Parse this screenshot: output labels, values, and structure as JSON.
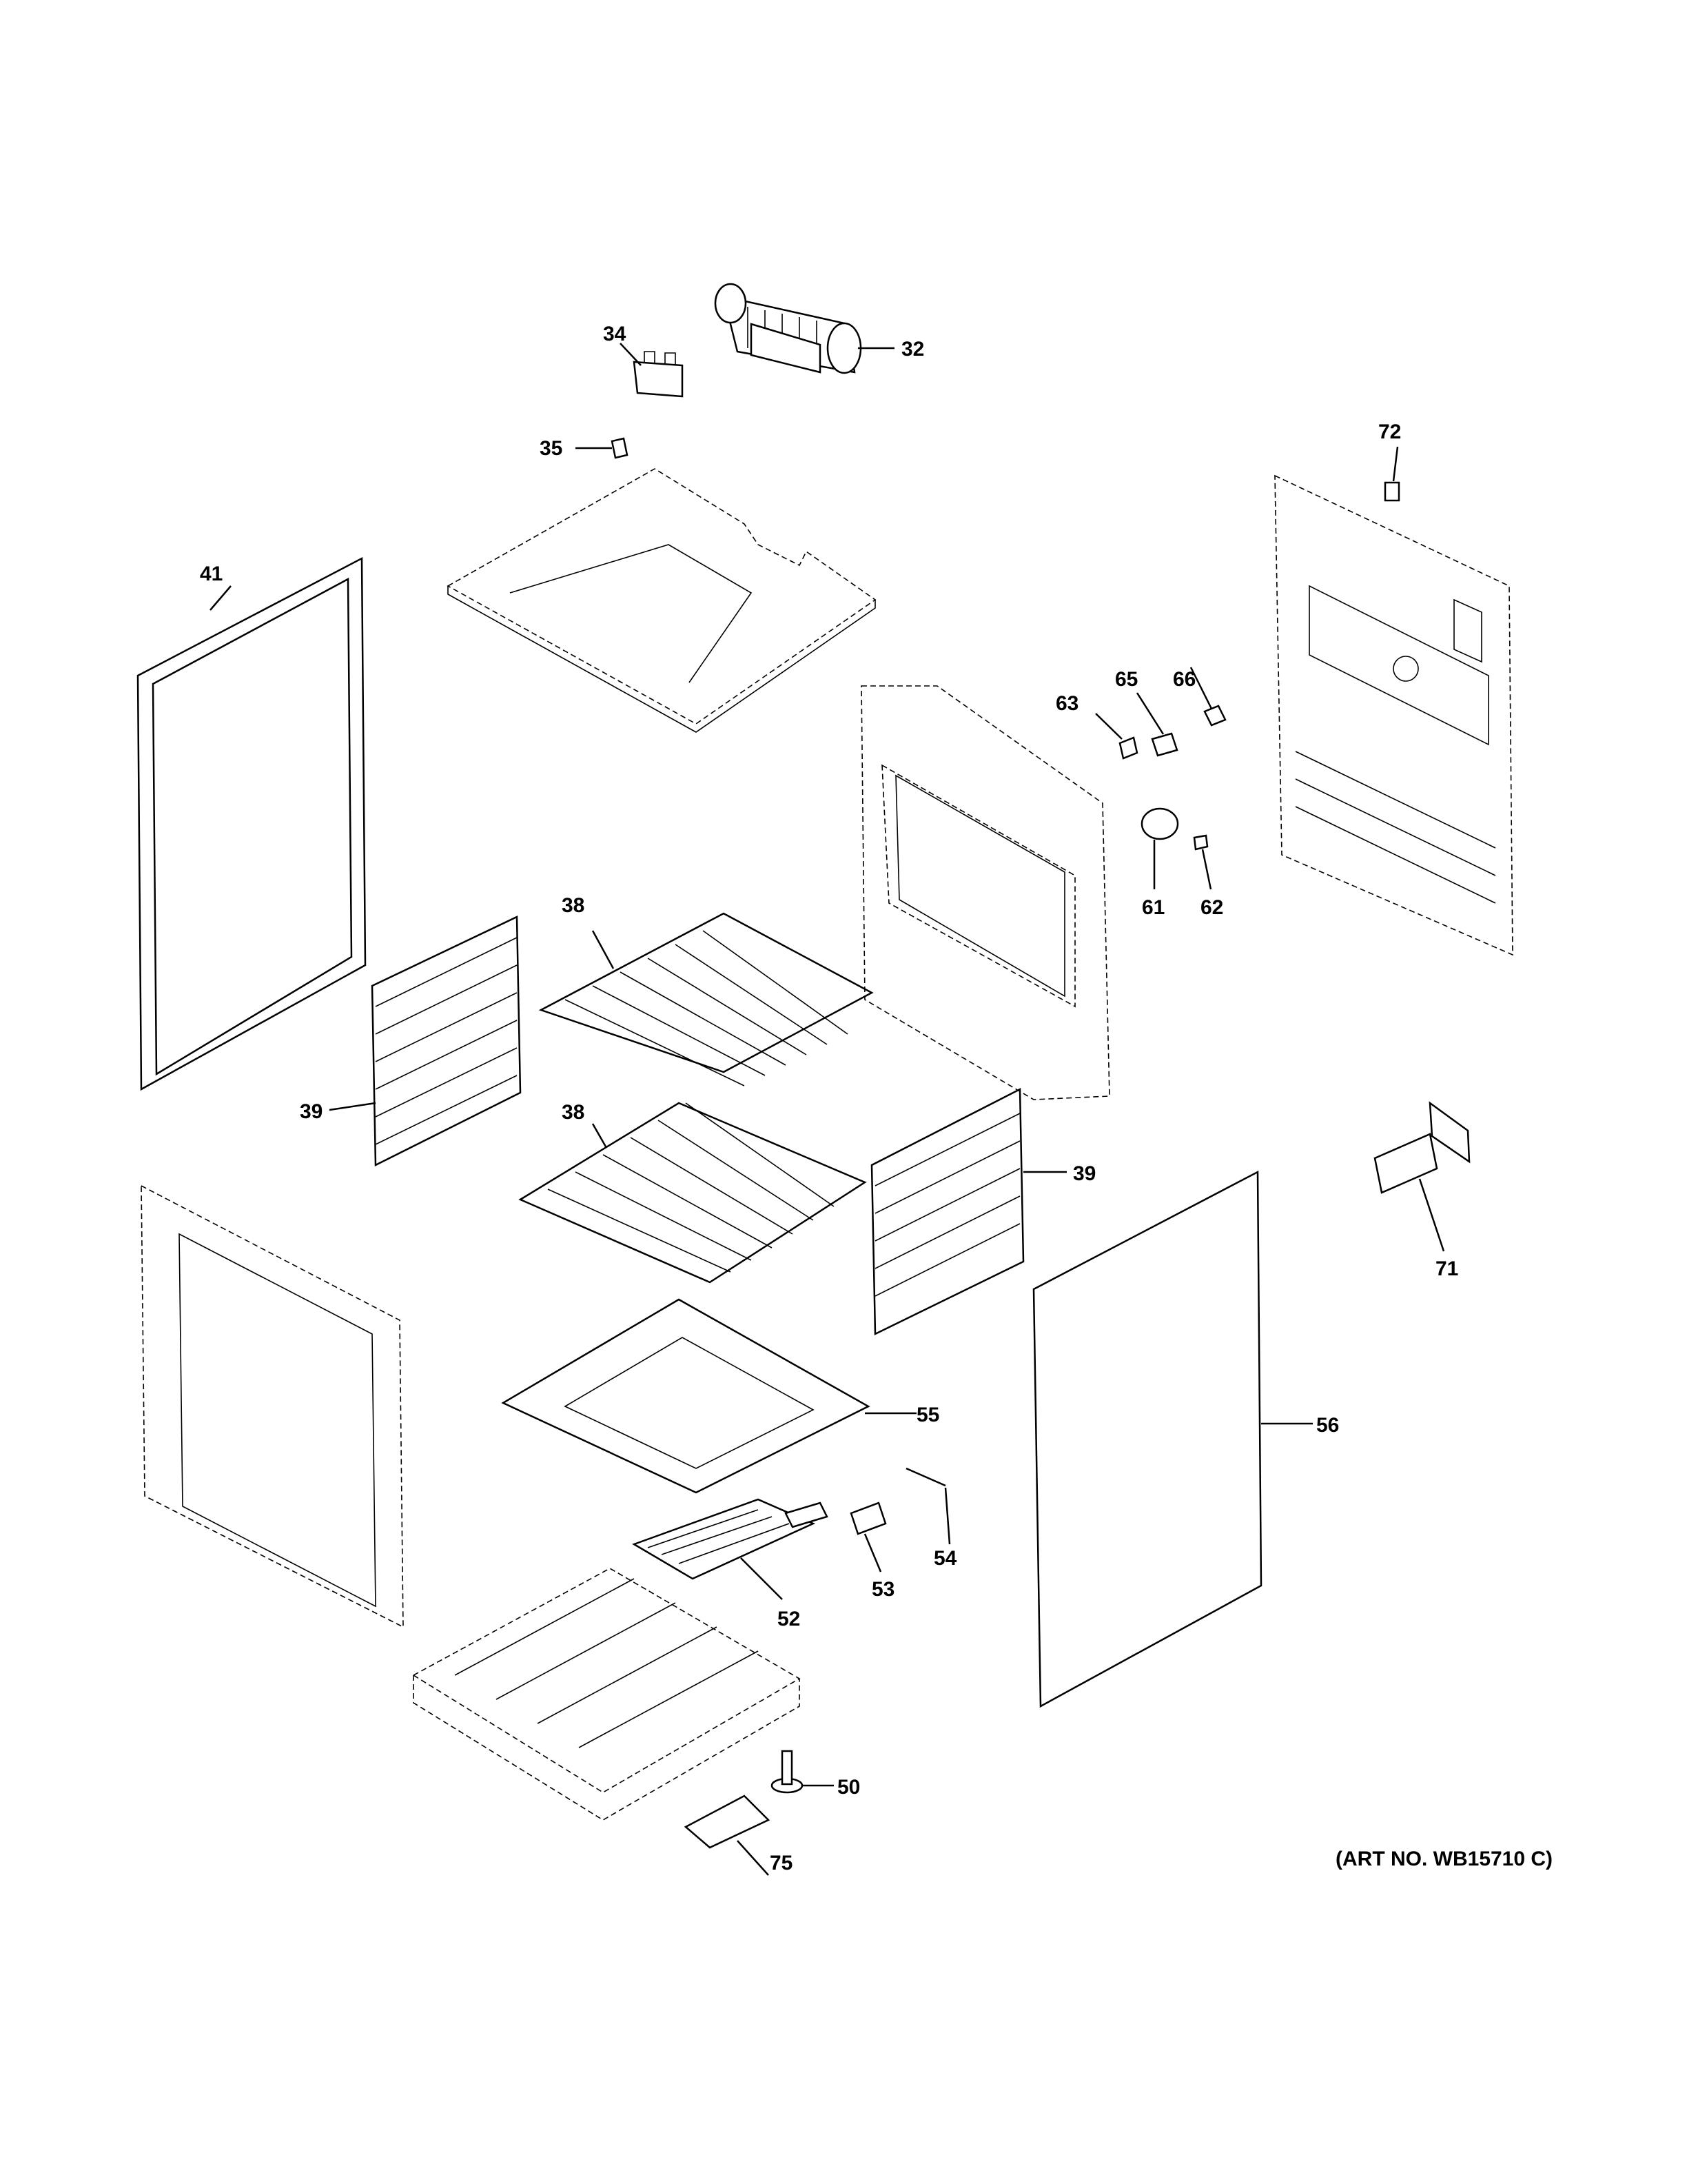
{
  "callouts": {
    "c32": "32",
    "c34": "34",
    "c35": "35",
    "c38a": "38",
    "c38b": "38",
    "c39a": "39",
    "c39b": "39",
    "c41": "41",
    "c50": "50",
    "c52": "52",
    "c53": "53",
    "c54": "54",
    "c55": "55",
    "c56": "56",
    "c61": "61",
    "c62": "62",
    "c63": "63",
    "c65": "65",
    "c66": "66",
    "c71": "71",
    "c72": "72",
    "c75": "75"
  },
  "art_number": "(ART NO. WB15710 C)"
}
